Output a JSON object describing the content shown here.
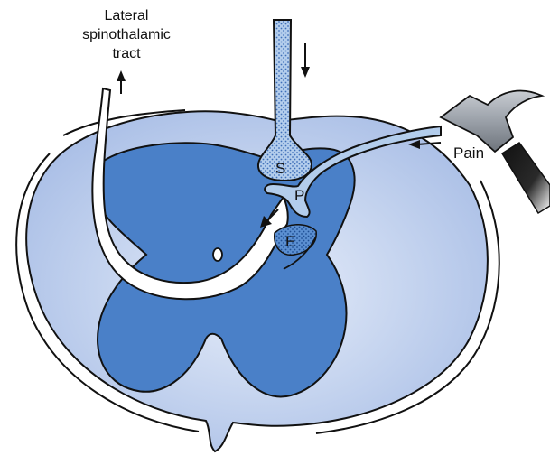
{
  "labels": {
    "tract_line1": "Lateral",
    "tract_line2": "spinothalamic",
    "tract_line3": "tract",
    "pain": "Pain",
    "s": "S",
    "p": "P",
    "e": "E"
  },
  "colors": {
    "white_matter": "#a9bee6",
    "gray_matter": "#4a80c8",
    "tract_fill": "#ffffff",
    "neuron_fill": "#b3cdec",
    "outline": "#111111",
    "hammer_head": "#9aa0a8",
    "hammer_handle": "#1b1b1b"
  }
}
